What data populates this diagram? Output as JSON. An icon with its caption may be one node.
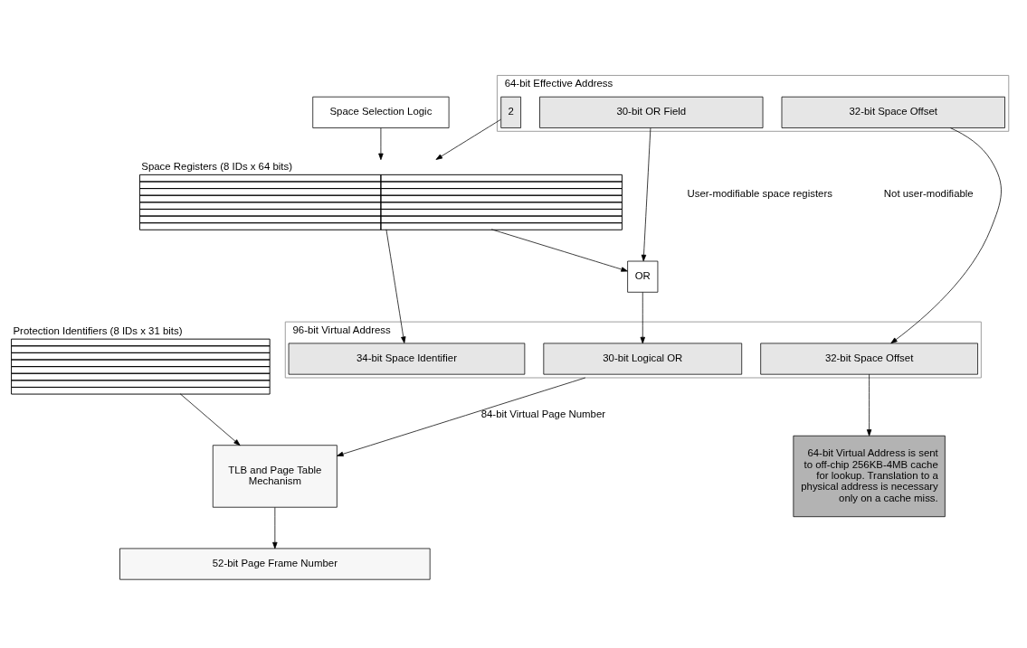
{
  "diagram": {
    "nodes": [
      {
        "text": [
          "Space Selection Logic"
        ]
      },
      {
        "text": [
          "64-bit Effective Address"
        ]
      },
      {
        "text": [
          "2"
        ],
        "in": 1
      },
      {
        "text": [
          "30-bit OR Field"
        ],
        "in": 1
      },
      {
        "text": [
          "32-bit Space Offset"
        ],
        "in": 1
      },
      {
        "text": [
          "Space Registers (8 IDs x 64 bits)"
        ]
      },
      {
        "text": [
          "OR"
        ]
      },
      {
        "text": [
          "96-bit Virtual Address"
        ]
      },
      {
        "text": [
          "34-bit Space Identifier"
        ],
        "in": 7
      },
      {
        "text": [
          "30-bit Logical OR"
        ],
        "in": 7
      },
      {
        "text": [
          "32-bit Space Offset"
        ],
        "in": 7
      },
      {
        "text": [
          "Protection Identifiers (8 IDs x 31 bits)"
        ]
      },
      {
        "text": [
          "TLB and Page Table Mechanism"
        ]
      },
      {
        "text": [
          "52-bit Page Frame Number"
        ]
      },
      {
        "text": [
          "64-bit Virtual Address is sent to off-chip 256KB-4MB cache for lookup. Translation to a physical address is necessary only on a cache miss."
        ]
      }
    ],
    "edges": [
      {
        "from": 0,
        "to": 5,
        "arrow": "to"
      },
      {
        "from": 2,
        "to": 5,
        "arrow": "to"
      },
      {
        "from": 3,
        "to": 6,
        "arrow": "to"
      },
      {
        "from": 4,
        "to": 10,
        "arrow": "to"
      },
      {
        "from": 5,
        "to": 8,
        "arrow": "to"
      },
      {
        "from": 5,
        "to": 6,
        "arrow": "to"
      },
      {
        "from": 6,
        "to": 9,
        "arrow": "to"
      },
      {
        "from": 7,
        "to": 12,
        "arrow": "to",
        "label": "84-bit Virtual Page Number"
      },
      {
        "from": 11,
        "to": 12,
        "arrow": "to"
      },
      {
        "from": 12,
        "to": 13,
        "arrow": "to"
      },
      {
        "from": 10,
        "to": 14,
        "arrow": "to"
      }
    ],
    "labels": [
      "User-modifiable space registers",
      "Not user-modifiable"
    ]
  }
}
